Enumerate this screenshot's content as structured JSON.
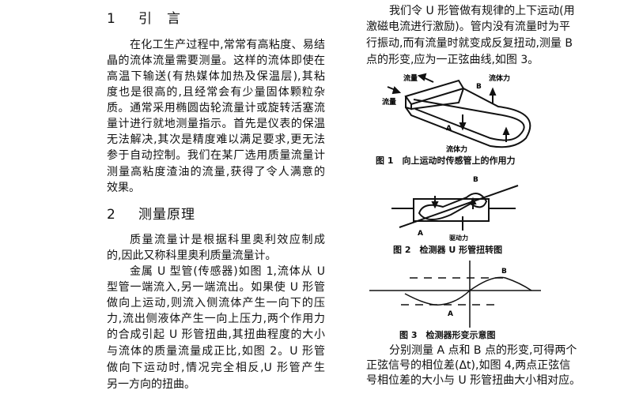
{
  "section1": {
    "number": "1",
    "title": "引　言",
    "lines": [
      "在化工生产过程中,常常有高粘度、易结",
      "晶的流体流量需要测量。这样的流体即使在",
      "高温下输送(有热媒体加热及保温层),其粘",
      "度也是很高的,且经常会有少量固体颗粒杂",
      "质。通常采用椭圆齿轮流量计或旋转活塞流",
      "量计进行就地测量指示。首先是仪表的保温",
      "无法解决,其次是精度难以满足要求,更无法",
      "参于自动控制。我们在某厂选用质量流量计",
      "测量高粘度渣油的流量,获得了令人满意的",
      "效果。"
    ]
  },
  "section2": {
    "number": "2",
    "title": "测量原理",
    "lines": [
      "质量流量计是根据科里奥利效应制成",
      "的,因此又称科里奥利质量流量计。",
      "金属 U 型管(传感器)如图 1,流体从 U",
      "型管一端流入,另一端流出。如果使 U 形管",
      "做向上运动,则流入侧流体产生一向下的压",
      "力,流出侧液体产生一向上压力,两个作用力",
      "的合成引起 U 形管扭曲,其扭曲程度的大小",
      "与流体的质量流量成正比,如图 2。U 形管",
      "做向下运动时,情况完全相反,U 形管产生",
      "另一方向的扭曲。"
    ]
  },
  "right": {
    "top_lines": [
      "我们令 U 形管做有规律的上下运动(用",
      "激磁电流进行激励)。管内没有流量时为平",
      "行振动,而有流量时就变成反复扭动,测量 B",
      "点的形变,应为一正弦曲线,如图 3。"
    ],
    "bottom_lines": [
      "分别测量 A 点和 B 点的形变,可得两个",
      "正弦信号的相位差(Δt),如图 4,两点正弦信",
      "号相位差的大小与 U 形管扭曲大小相对应。"
    ]
  },
  "figure1": {
    "caption": "图 1　向上运动时传感管上的作用力",
    "labels": {
      "flow_top": "流量",
      "flow_left": "流量",
      "force_top": "流体力",
      "force_bottom": "流体力",
      "a": "A",
      "b": "B"
    }
  },
  "figure2": {
    "caption": "图 2　检测器 U 形管扭转图",
    "labels": {
      "a": "A",
      "b": "B",
      "drive": "驱动力"
    }
  },
  "figure3": {
    "caption": "图 3　检测器形变示意图",
    "labels": {
      "a": "A",
      "b": "B"
    }
  }
}
